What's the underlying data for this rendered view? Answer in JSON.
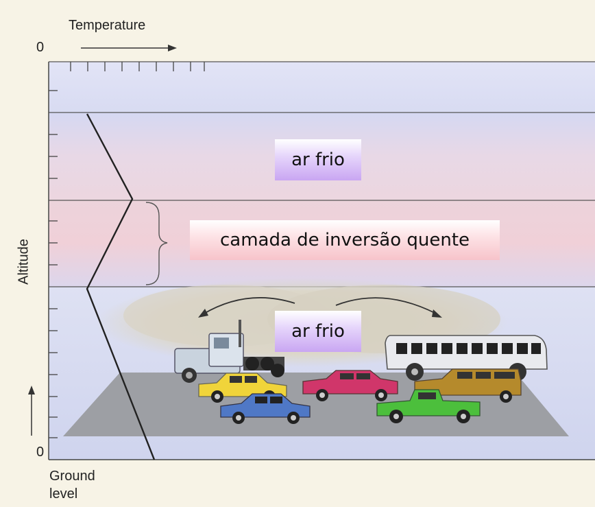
{
  "axis": {
    "x_label": "Temperature",
    "x_zero": "0",
    "y_label": "Altitude",
    "y_zero": "0",
    "ground_label_line1": "Ground",
    "ground_label_line2": "level"
  },
  "layers": {
    "top_cold_air": "ar frio",
    "inversion_layer": "camada de inversão quente",
    "bottom_cold_air": "ar frio"
  },
  "colors": {
    "cold_label_bg": "#c9a6f2",
    "warm_label_bg": "#f8c9cf",
    "top_band": "#dcdff4",
    "cold_band": "#d6d4ee",
    "warm_band": "#f1d6dc",
    "ground_band": "#d9dcf0"
  },
  "icons": [
    "truck-icon",
    "bus-icon",
    "car-icon",
    "smog-cloud",
    "arrow-icon"
  ]
}
